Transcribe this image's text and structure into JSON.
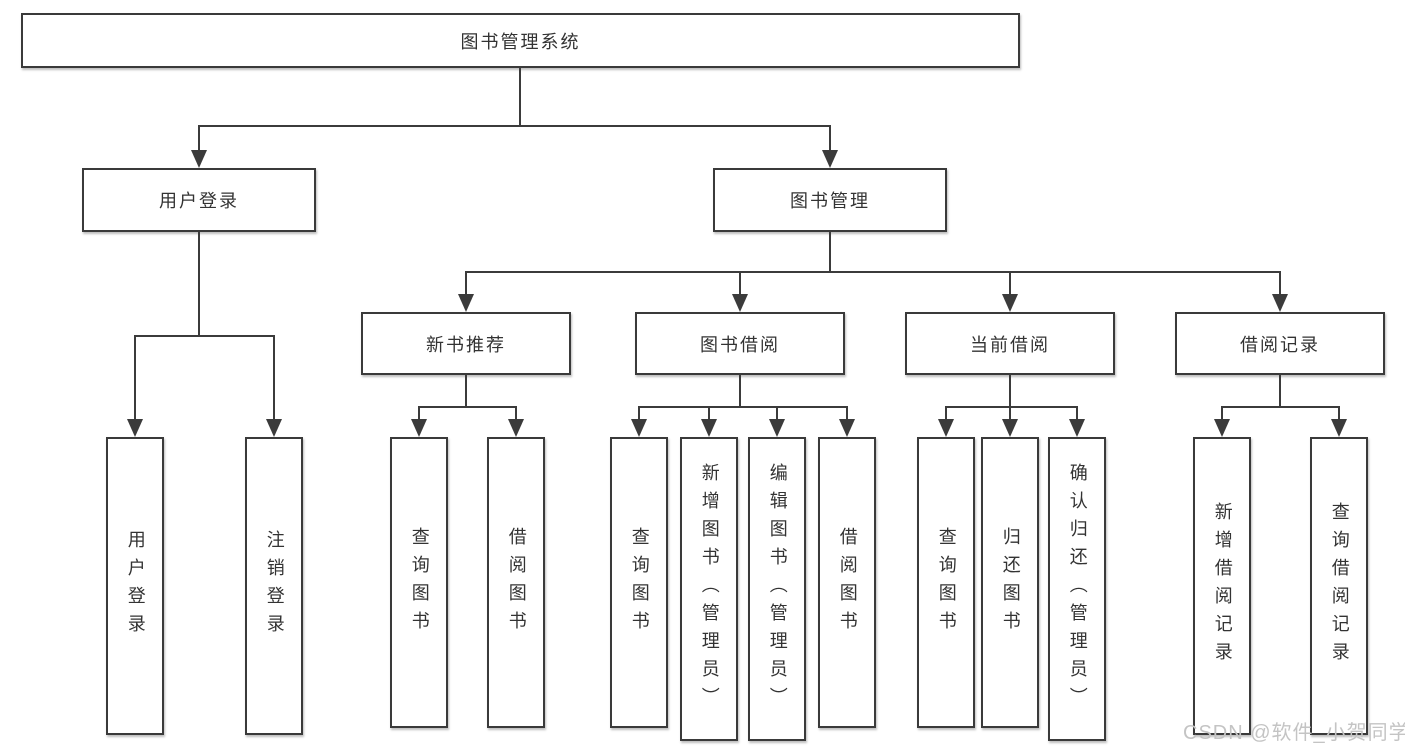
{
  "tree": {
    "root": "图书管理系统",
    "branches": [
      {
        "label": "用户登录",
        "children": [
          {
            "label": "用户登录"
          },
          {
            "label": "注销登录"
          }
        ]
      },
      {
        "label": "图书管理",
        "children": [
          {
            "label": "新书推荐",
            "children": [
              {
                "label": "查询图书"
              },
              {
                "label": "借阅图书"
              }
            ]
          },
          {
            "label": "图书借阅",
            "children": [
              {
                "label": "查询图书"
              },
              {
                "label": "新增图书（管理员）"
              },
              {
                "label": "编辑图书（管理员）"
              },
              {
                "label": "借阅图书"
              }
            ]
          },
          {
            "label": "当前借阅",
            "children": [
              {
                "label": "查询图书"
              },
              {
                "label": "归还图书"
              },
              {
                "label": "确认归还（管理员）"
              }
            ]
          },
          {
            "label": "借阅记录",
            "children": [
              {
                "label": "新增借阅记录"
              },
              {
                "label": "查询借阅记录"
              }
            ]
          }
        ]
      }
    ]
  },
  "watermark": "CSDN @软件_小贺同学",
  "colors": {
    "line": "#3b3b3b",
    "box_border": "#3a3a3a",
    "text": "#333333",
    "watermark": "#c4c4c4",
    "background": "#ffffff"
  }
}
